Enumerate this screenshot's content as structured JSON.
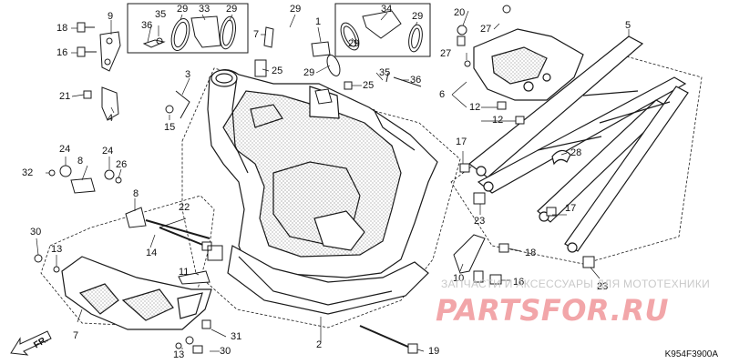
{
  "diagram": {
    "code": "K954F3900A",
    "direction_label": "FR.",
    "callouts": [
      {
        "id": "c9a",
        "label": "9"
      },
      {
        "id": "c18a",
        "label": "18"
      },
      {
        "id": "c16a",
        "label": "16"
      },
      {
        "id": "c21",
        "label": "21"
      },
      {
        "id": "c4",
        "label": "4"
      },
      {
        "id": "c3",
        "label": "3"
      },
      {
        "id": "c15",
        "label": "15"
      },
      {
        "id": "c35a",
        "label": "35"
      },
      {
        "id": "c36a",
        "label": "36"
      },
      {
        "id": "c29a",
        "label": "29"
      },
      {
        "id": "c33",
        "label": "33"
      },
      {
        "id": "c29b",
        "label": "29"
      },
      {
        "id": "c7a",
        "label": "7"
      },
      {
        "id": "c29c",
        "label": "29"
      },
      {
        "id": "c1",
        "label": "1"
      },
      {
        "id": "c25a",
        "label": "25"
      },
      {
        "id": "c29d",
        "label": "29"
      },
      {
        "id": "c25b",
        "label": "25"
      },
      {
        "id": "c34",
        "label": "34"
      },
      {
        "id": "c29e",
        "label": "29"
      },
      {
        "id": "c29f",
        "label": "29"
      },
      {
        "id": "c35b",
        "label": "35"
      },
      {
        "id": "c36b",
        "label": "36"
      },
      {
        "id": "c20",
        "label": "20"
      },
      {
        "id": "c27a",
        "label": "27"
      },
      {
        "id": "c27b",
        "label": "27"
      },
      {
        "id": "c5",
        "label": "5"
      },
      {
        "id": "c6",
        "label": "6"
      },
      {
        "id": "c12a",
        "label": "12"
      },
      {
        "id": "c12b",
        "label": "12"
      },
      {
        "id": "c24a",
        "label": "24"
      },
      {
        "id": "c32",
        "label": "32"
      },
      {
        "id": "c8a",
        "label": "8"
      },
      {
        "id": "c24b",
        "label": "24"
      },
      {
        "id": "c26",
        "label": "26"
      },
      {
        "id": "c8b",
        "label": "8"
      },
      {
        "id": "c22",
        "label": "22"
      },
      {
        "id": "c14",
        "label": "14"
      },
      {
        "id": "c30a",
        "label": "30"
      },
      {
        "id": "c13a",
        "label": "13"
      },
      {
        "id": "c11",
        "label": "11"
      },
      {
        "id": "c7b",
        "label": "7"
      },
      {
        "id": "c31",
        "label": "31"
      },
      {
        "id": "c30b",
        "label": "30"
      },
      {
        "id": "c13b",
        "label": "13"
      },
      {
        "id": "c2",
        "label": "2"
      },
      {
        "id": "c19",
        "label": "19"
      },
      {
        "id": "c17a",
        "label": "17"
      },
      {
        "id": "c23a",
        "label": "23"
      },
      {
        "id": "c28",
        "label": "28"
      },
      {
        "id": "c17b",
        "label": "17"
      },
      {
        "id": "c18b",
        "label": "18"
      },
      {
        "id": "c10",
        "label": "10"
      },
      {
        "id": "c16b",
        "label": "16"
      },
      {
        "id": "c23b",
        "label": "23"
      }
    ]
  },
  "watermark": {
    "subtitle": "ЗАПЧАСТИ И АКСЕССУАРЫ ДЛЯ МОТОТЕХНИКИ",
    "logo": "PARTSFOR.RU"
  },
  "colors": {
    "line": "#1a1a1a",
    "hatch": "#8a8a8a",
    "watermark_logo": "#f2a6a9",
    "watermark_text": "#c9c9c9",
    "background": "#ffffff"
  }
}
